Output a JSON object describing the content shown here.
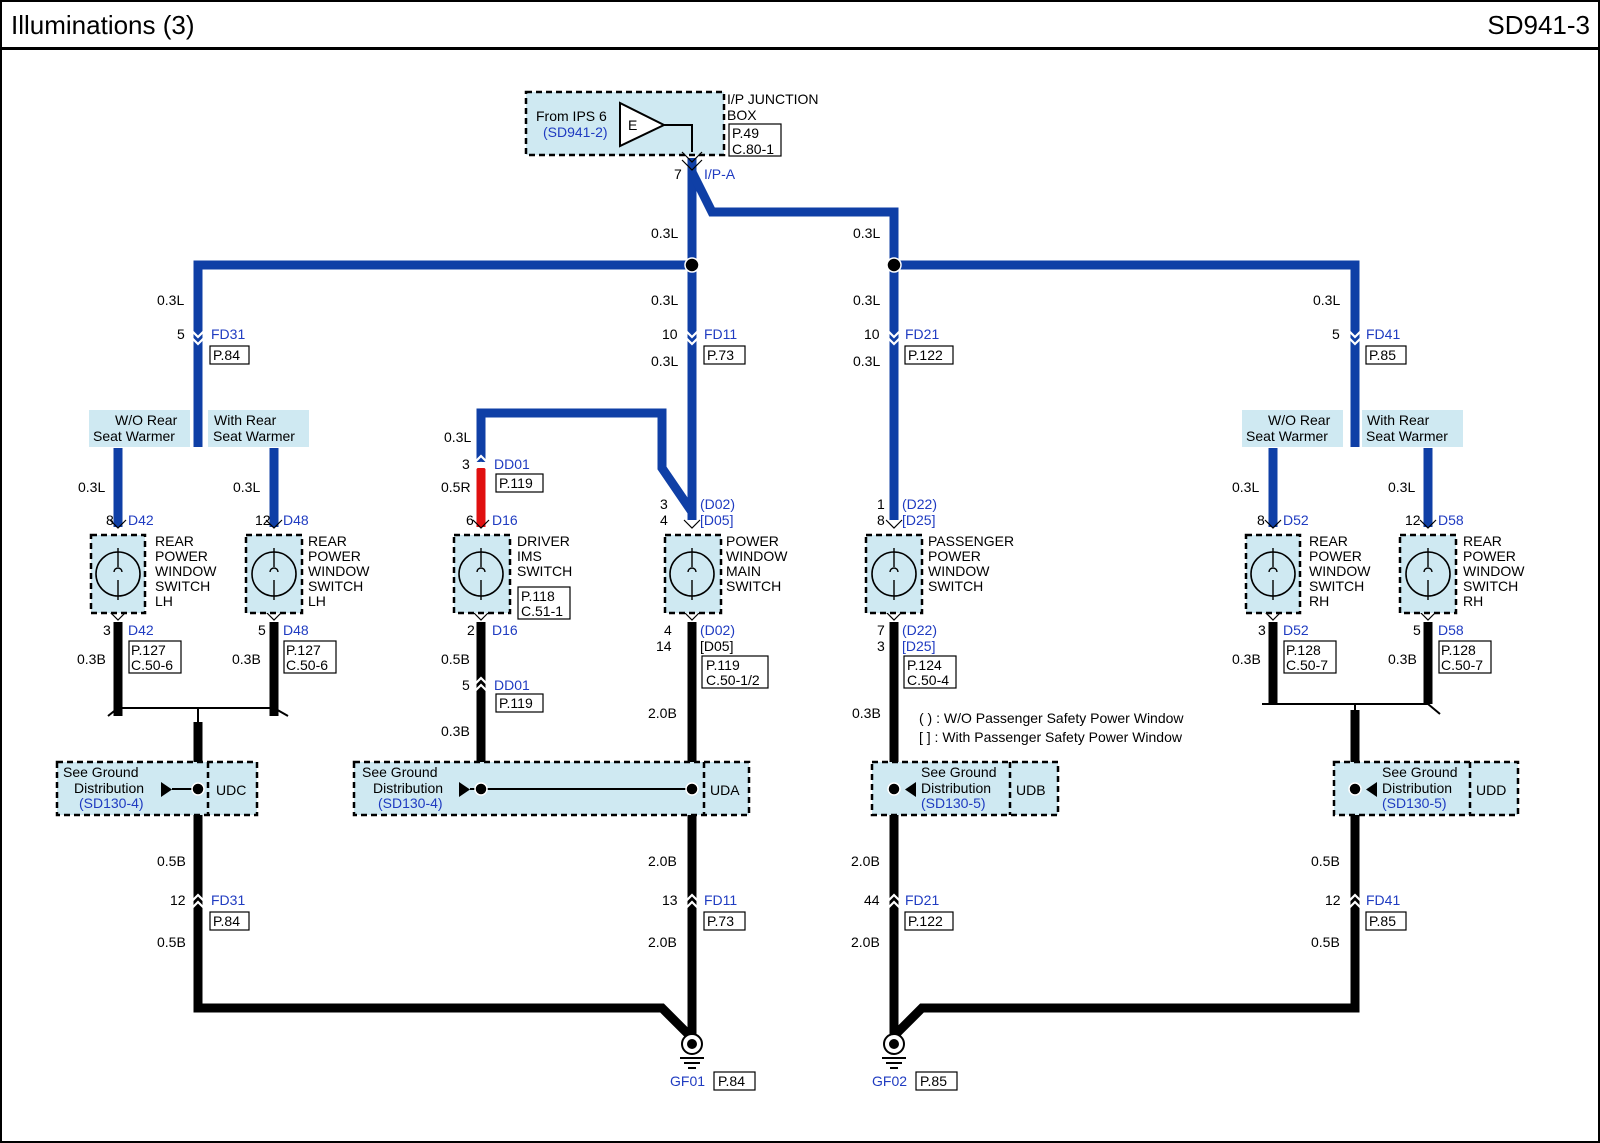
{
  "header": {
    "title": "Illuminations (3)",
    "code": "SD941-3"
  },
  "ipjb": {
    "from_line1": "From IPS 6",
    "from_line2": "(SD941-2)",
    "symbol": "E",
    "name_line1": "I/P JUNCTION",
    "name_line2": "BOX",
    "ref1": "P.49",
    "ref2": "C.80-1",
    "pin": "7",
    "connector": "I/P-A"
  },
  "wire_labels": {
    "l03": "0.3L",
    "r05": "0.5R",
    "b03": "0.3B",
    "b05": "0.5B",
    "b20": "2.0B"
  },
  "connectors": {
    "fd31_top": {
      "pin": "5",
      "name": "FD31",
      "ref": "P.84"
    },
    "fd11_top": {
      "pin": "10",
      "name": "FD11",
      "ref": "P.73"
    },
    "fd21_top": {
      "pin": "10",
      "name": "FD21",
      "ref": "P.122"
    },
    "fd41_top": {
      "pin": "5",
      "name": "FD41",
      "ref": "P.85"
    },
    "dd01_top": {
      "pin": "3",
      "name": "DD01",
      "ref": "P.119"
    },
    "dd01_bot": {
      "pin": "5",
      "name": "DD01",
      "ref": "P.119"
    },
    "fd31_bot": {
      "pin": "12",
      "name": "FD31",
      "ref": "P.84"
    },
    "fd11_bot": {
      "pin": "13",
      "name": "FD11",
      "ref": "P.73"
    },
    "fd21_bot": {
      "pin": "44",
      "name": "FD21",
      "ref": "P.122"
    },
    "fd41_bot": {
      "pin": "12",
      "name": "FD41",
      "ref": "P.85"
    }
  },
  "options": {
    "wo_rear_1": "W/O Rear",
    "wo_rear_2": "Seat Warmer",
    "with_rear_1": "With Rear",
    "with_rear_2": "Seat Warmer"
  },
  "components": {
    "rpws_lh_a": {
      "top_pin": "8",
      "top_conn": "D42",
      "bot_pin": "3",
      "bot_conn": "D42",
      "name": [
        "REAR",
        "POWER",
        "WINDOW",
        "SWITCH",
        "LH"
      ],
      "ref1": "P.127",
      "ref2": "C.50-6"
    },
    "rpws_lh_b": {
      "top_pin": "12",
      "top_conn": "D48",
      "bot_pin": "5",
      "bot_conn": "D48",
      "name": [
        "REAR",
        "POWER",
        "WINDOW",
        "SWITCH",
        "LH"
      ],
      "ref1": "P.127",
      "ref2": "C.50-6"
    },
    "ims": {
      "top_pin": "6",
      "top_conn": "D16",
      "bot_pin": "2",
      "bot_conn": "D16",
      "name": [
        "DRIVER",
        "IMS",
        "SWITCH"
      ],
      "ref1": "P.118",
      "ref2": "C.51-1"
    },
    "pwms": {
      "top_pin1": "3",
      "top_conn1": "(D02)",
      "top_pin2": "4",
      "top_conn2": "[D05]",
      "bot_pin1": "4",
      "bot_conn1": "(D02)",
      "bot_pin2": "14",
      "bot_conn2": "[D05]",
      "name": [
        "POWER",
        "WINDOW",
        "MAIN",
        "SWITCH"
      ],
      "ref1": "P.119",
      "ref2": "C.50-1/2"
    },
    "ppws": {
      "top_pin1": "1",
      "top_conn1": "(D22)",
      "top_pin2": "8",
      "top_conn2": "[D25]",
      "bot_pin1": "7",
      "bot_conn1": "(D22)",
      "bot_pin2": "3",
      "bot_conn2": "[D25]",
      "name": [
        "PASSENGER",
        "POWER",
        "WINDOW",
        "SWITCH"
      ],
      "ref1": "P.124",
      "ref2": "C.50-4"
    },
    "rpws_rh_a": {
      "top_pin": "8",
      "top_conn": "D52",
      "bot_pin": "3",
      "bot_conn": "D52",
      "name": [
        "REAR",
        "POWER",
        "WINDOW",
        "SWITCH",
        "RH"
      ],
      "ref1": "P.128",
      "ref2": "C.50-7"
    },
    "rpws_rh_b": {
      "top_pin": "12",
      "top_conn": "D58",
      "bot_pin": "5",
      "bot_conn": "D58",
      "name": [
        "REAR",
        "POWER",
        "WINDOW",
        "SWITCH",
        "RH"
      ],
      "ref1": "P.128",
      "ref2": "C.50-7"
    }
  },
  "notes": {
    "paren": "( ) : W/O Passenger Safety Power Window",
    "bracket": "[ ] : With Passenger Safety Power Window"
  },
  "ground_dist": {
    "line1": "See Ground",
    "line2": "Distribution",
    "udc_ref": "(SD130-4)",
    "udc": "UDC",
    "uda_ref": "(SD130-4)",
    "uda": "UDA",
    "udb_ref": "(SD130-5)",
    "udb": "UDB",
    "udd_ref": "(SD130-5)",
    "udd": "UDD"
  },
  "grounds": {
    "gf01": {
      "name": "GF01",
      "ref": "P.84"
    },
    "gf02": {
      "name": "GF02",
      "ref": "P.85"
    }
  },
  "colors": {
    "wire_blue": "#0f3fa6",
    "wire_red": "#e01010",
    "box_fill": "#cfe9f2",
    "ref_text_blue": "#1f3bc1"
  }
}
